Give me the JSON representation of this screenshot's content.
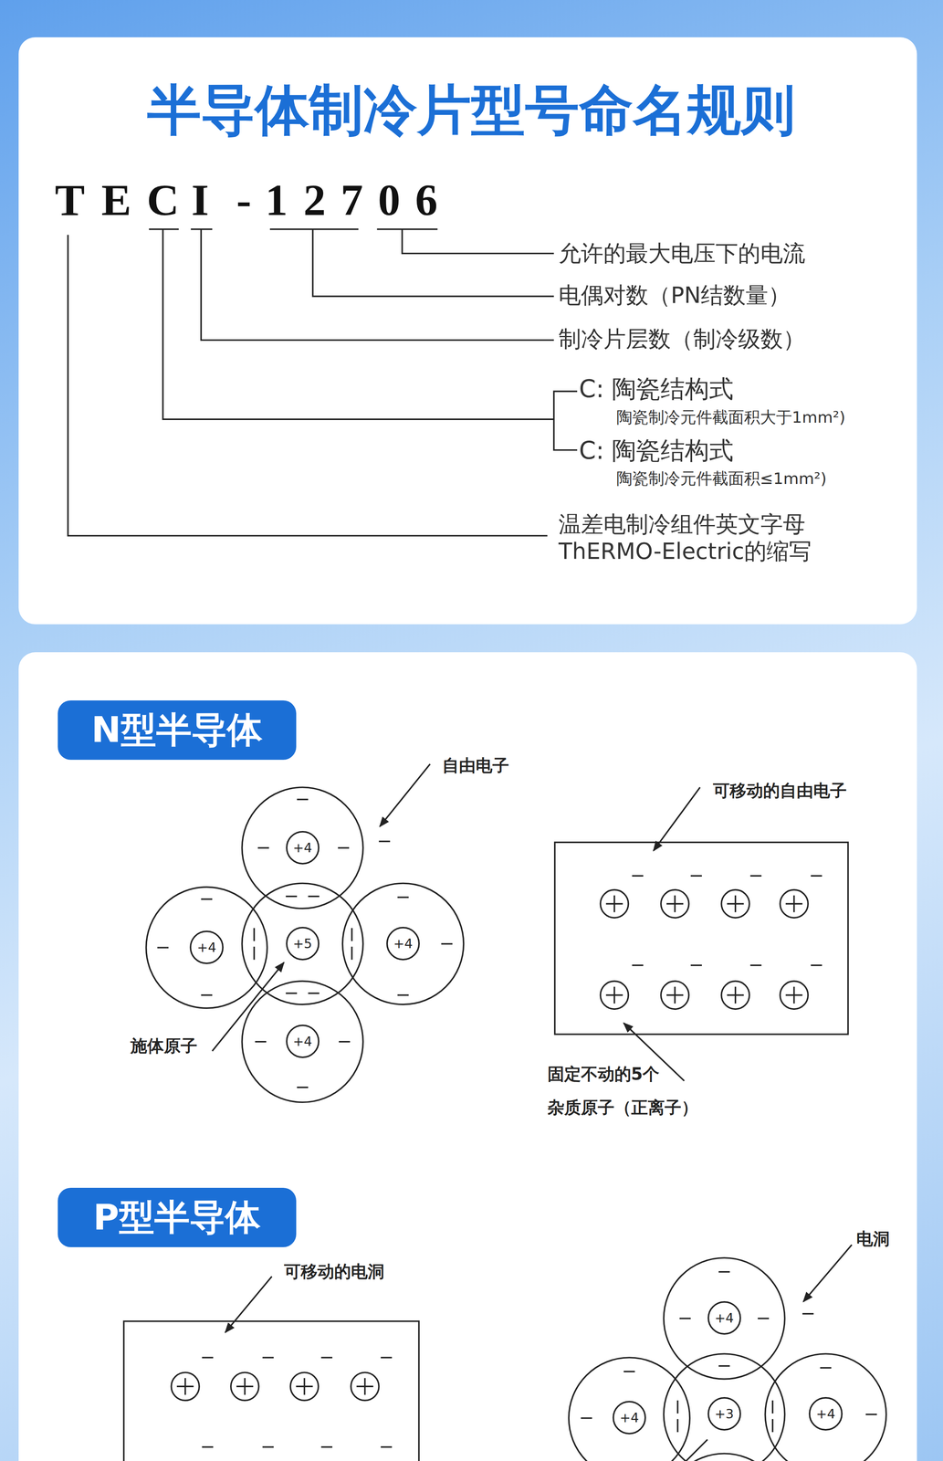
{
  "diagram": {
    "title": "半导体制冷片型号命名规则",
    "nodes": [
      {
        "text": [
          "N型半导体"
        ]
      },
      {
        "text": [
          "+4"
        ]
      },
      {
        "text": [
          "+4"
        ]
      },
      {
        "text": [
          "+5"
        ]
      },
      {
        "text": [
          "+4"
        ]
      },
      {
        "text": [
          "+4"
        ]
      },
      {
        "text": [
          "P型半导体"
        ]
      },
      {
        "text": [
          "+4"
        ]
      },
      {
        "text": [
          "+4"
        ]
      },
      {
        "text": [
          "+3"
        ]
      },
      {
        "text": [
          "+4"
        ]
      }
    ],
    "labels": [
      "T",
      "E",
      "C",
      "I",
      "-",
      "1",
      "2",
      "7",
      "0",
      "6",
      "允许的最大电压下的电流",
      "电偶对数（PN结数量）",
      "制冷片层数（制冷级数）",
      "C: 陶瓷结构式",
      "陶瓷制冷元件截面积大于1mm²)",
      "C: 陶瓷结构式",
      "陶瓷制冷元件截面积≤1mm²)",
      "温差电制冷组件英文字母",
      "ThERMO-Electric的缩写",
      "自由电子",
      "施体原子",
      "可移动的自由电子",
      "固定不动的5个",
      "杂质原子（正离子）",
      "可移动的电洞",
      "电洞"
    ]
  }
}
